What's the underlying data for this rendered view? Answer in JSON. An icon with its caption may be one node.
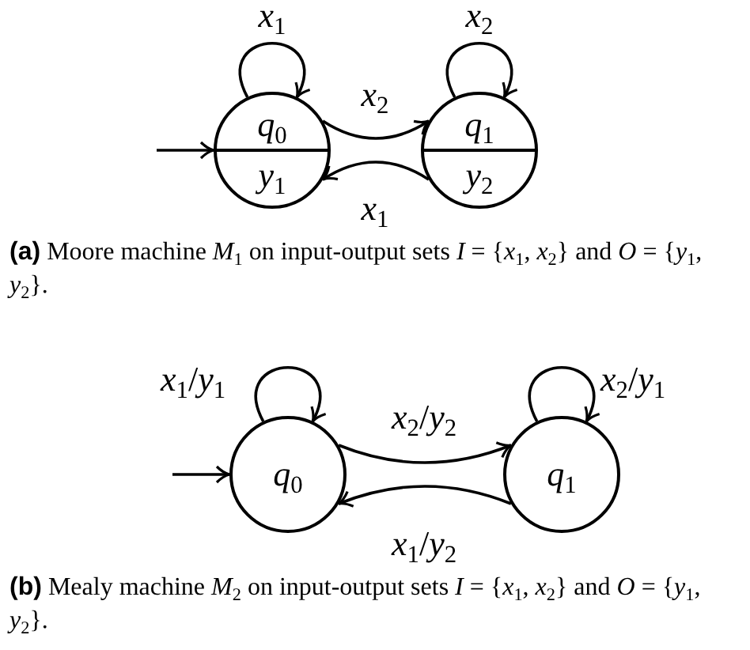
{
  "diagram": {
    "nodes": [
      {
        "text": [
          "*q*$_{0}$",
          "*y*$_{1}$"
        ]
      },
      {
        "text": [
          "*q*$_{1}$",
          "*y*$_{2}$"
        ]
      },
      {
        "text": [
          "*q*$_{0}$"
        ]
      },
      {
        "text": [
          "*q*$_{1}$"
        ]
      }
    ],
    "edges": [
      {
        "from": null,
        "to": 0,
        "arrow": "to"
      },
      {
        "from": 0,
        "to": 0,
        "arrow": "to",
        "label": "*x*$_{1}$"
      },
      {
        "from": 0,
        "to": 1,
        "arrow": "to",
        "label": "*x*$_{2}$"
      },
      {
        "from": 1,
        "to": 0,
        "arrow": "to",
        "label": "*x*$_{1}$"
      },
      {
        "from": 1,
        "to": 1,
        "arrow": "to",
        "label": "*x*$_{2}$"
      },
      {
        "from": null,
        "to": 2,
        "arrow": "to"
      },
      {
        "from": 2,
        "to": 2,
        "arrow": "to",
        "label": "*x*$_{1}$/*y*$_{1}$"
      },
      {
        "from": 2,
        "to": 3,
        "arrow": "to",
        "label": "*x*$_{2}$/*y*$_{2}$"
      },
      {
        "from": 3,
        "to": 2,
        "arrow": "to",
        "label": "*x*$_{1}$/*y*$_{2}$"
      },
      {
        "from": 3,
        "to": 3,
        "arrow": "to",
        "label": "*x*$_{2}$/*y*$_{1}$"
      }
    ],
    "labels": [
      "**(a)** Moore machine *M*$_{1}$ on input-output sets *I* = {*x*$_{1}$, *x*$_{2}$} and *O* = {*y*$_{1}$, *y*$_{2}$}.",
      "**(b)** Mealy machine *M*$_{2}$ on input-output sets *I* = {*x*$_{1}$, *x*$_{2}$} and *O* = {*y*$_{1}$, *y*$_{2}$}."
    ]
  }
}
